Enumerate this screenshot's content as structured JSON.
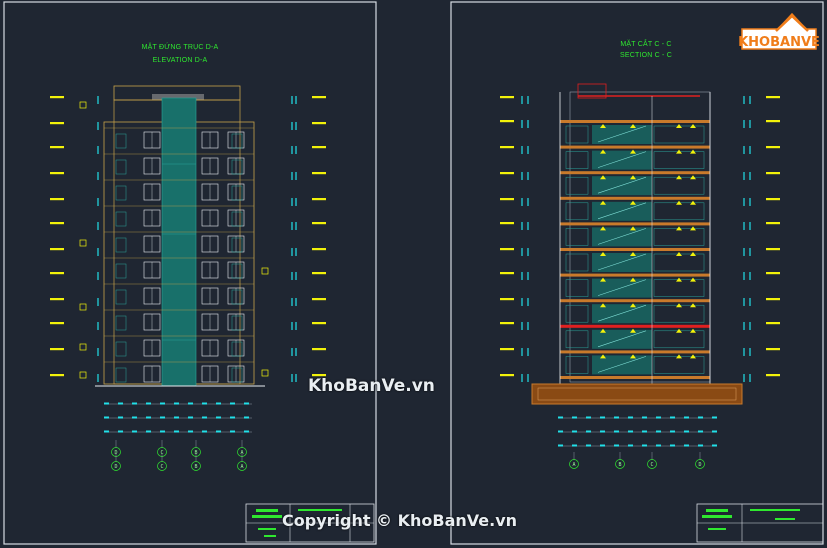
{
  "sheets": [
    {
      "title_line1": "MẶT ĐỨNG TRỤC D-A",
      "title_line2": "ELEVATION D-A",
      "grid_axes": [
        "D",
        "C",
        "B",
        "A"
      ]
    },
    {
      "title_line1": "MẶT CẮT C - C",
      "title_line2": "SECTION C - C",
      "grid_axes": [
        "A",
        "B",
        "C",
        "D"
      ]
    }
  ],
  "logo": {
    "text": "KHOBANVE",
    "colors": {
      "primary": "#f07d1a",
      "accent": "#2a7bd8"
    }
  },
  "watermark_center": "KhoBanVe.vn",
  "watermark_bottom": "Copyright © KhoBanVe.vn",
  "colors": {
    "background": "#1f2632",
    "frame": "#d6dbe2",
    "title_green": "#2fe82f",
    "level_yellow": "#f2f20a",
    "dim_cyan": "#22e0e8",
    "facade_teal": "#18706a",
    "slab_brown": "#8a4a14",
    "beam_red": "#e02020"
  }
}
